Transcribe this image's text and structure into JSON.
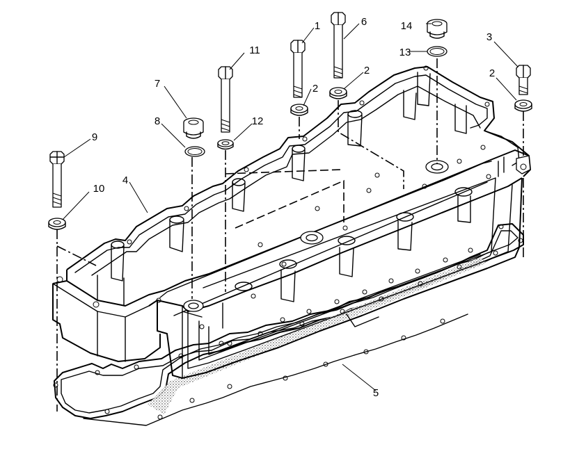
{
  "callouts": [
    "1",
    "2",
    "2",
    "2",
    "3",
    "4",
    "5",
    "6",
    "7",
    "8",
    "9",
    "10",
    "11",
    "12",
    "13",
    "14"
  ]
}
